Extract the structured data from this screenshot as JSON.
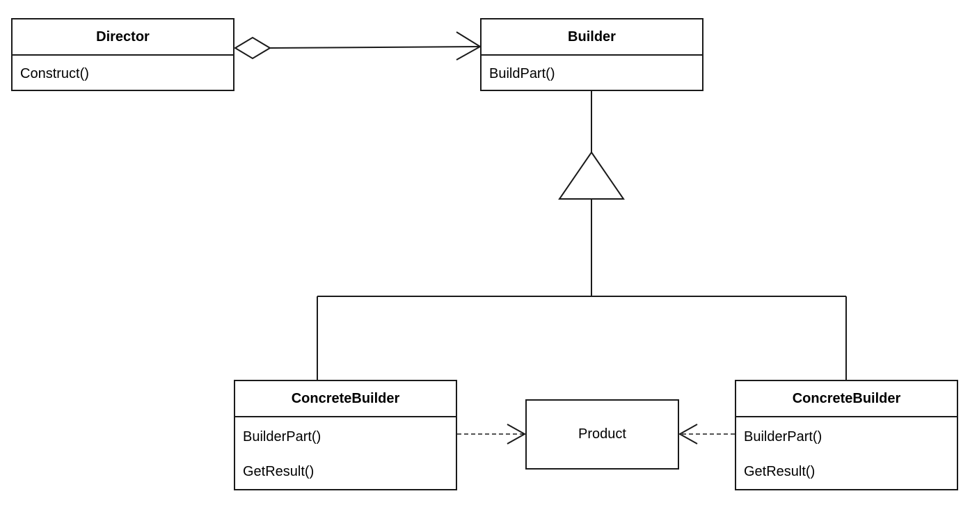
{
  "diagram": {
    "type": "UML class diagram",
    "pattern": "Builder",
    "classes": {
      "director": {
        "name": "Director",
        "operations": [
          "Construct()"
        ]
      },
      "builder": {
        "name": "Builder",
        "operations": [
          "BuildPart()"
        ]
      },
      "concrete_builder_left": {
        "name": "ConcreteBuilder",
        "operations": [
          "BuilderPart()",
          "GetResult()"
        ]
      },
      "concrete_builder_right": {
        "name": "ConcreteBuilder",
        "operations": [
          "BuilderPart()",
          "GetResult()"
        ]
      },
      "product": {
        "name": "Product"
      }
    },
    "relationships": [
      {
        "type": "aggregation",
        "from": "Director",
        "to": "Builder",
        "arrow": "open"
      },
      {
        "type": "generalization",
        "from": "ConcreteBuilder",
        "to": "Builder"
      },
      {
        "type": "generalization",
        "from": "ConcreteBuilder",
        "to": "Builder"
      },
      {
        "type": "dependency",
        "from": "ConcreteBuilder",
        "to": "Product",
        "style": "dashed"
      },
      {
        "type": "dependency",
        "from": "ConcreteBuilder",
        "to": "Product",
        "style": "dashed"
      }
    ],
    "colors": {
      "stroke": "#1a1a1a",
      "fill": "#ffffff"
    }
  }
}
